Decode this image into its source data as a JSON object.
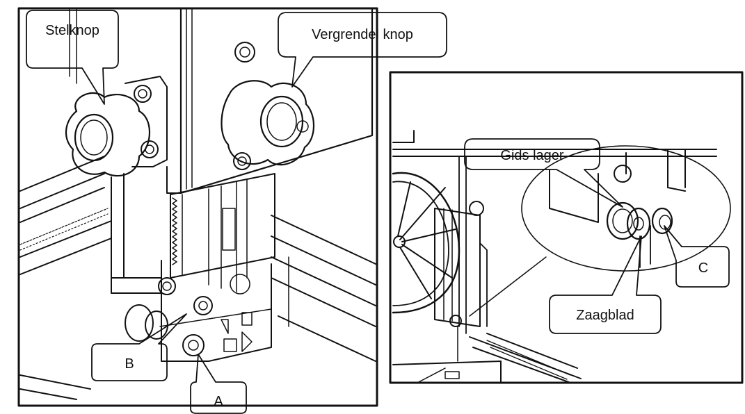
{
  "left_panel": {
    "callouts": {
      "stelknop": "Stelknop",
      "vergrendel": "Vergrendel knop",
      "b": "B",
      "a": "A"
    }
  },
  "right_panel": {
    "callouts": {
      "gids": "Gids lager",
      "c": "C",
      "zaagblad": "Zaagblad"
    }
  }
}
